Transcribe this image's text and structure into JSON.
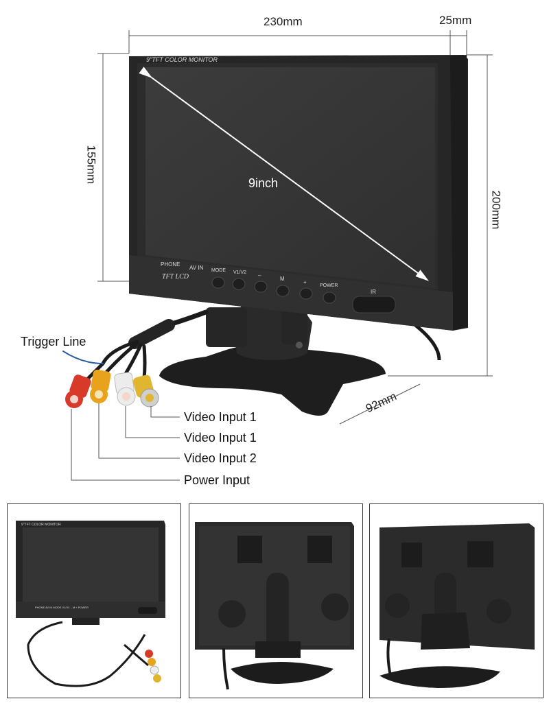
{
  "dimensions": {
    "width": "230mm",
    "depth": "25mm",
    "screen_height": "155mm",
    "total_height": "200mm",
    "diagonal": "9inch",
    "base": "92mm"
  },
  "monitor": {
    "brand": "9\"TFT COLOR MONITOR",
    "buttons": [
      "MODE",
      "V1/V2",
      "–",
      "M",
      "+",
      "POWER"
    ],
    "ir_label": "IR",
    "phone_label": "PHONE",
    "avin_label": "AV IN",
    "tft_lcd": "TFT LCD"
  },
  "cables": {
    "trigger": "Trigger Line",
    "labels": [
      "Video Input 1",
      "Video Input 1",
      "Video Input 2",
      "Power Input"
    ]
  },
  "colors": {
    "monitor_body": "#2b2b2b",
    "screen": "#363636",
    "rca_red": "#d83a2a",
    "rca_yellow": "#e8a21c",
    "rca_white": "#ececec",
    "rca_yellow2": "#e0b530"
  }
}
